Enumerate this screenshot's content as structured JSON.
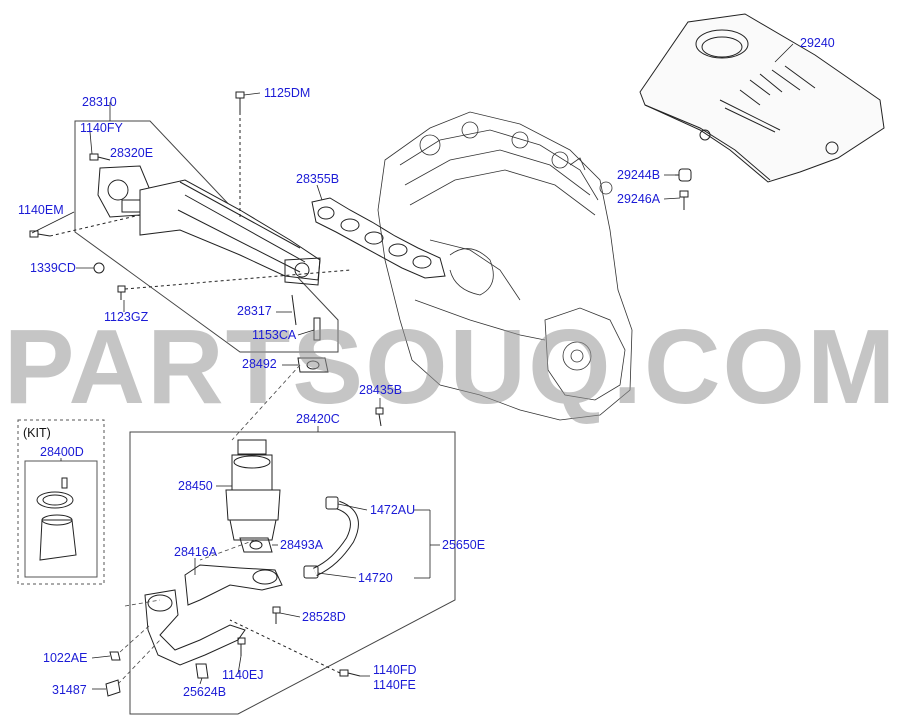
{
  "watermark": "PARTSOUQ.COM",
  "kit_label": "(KIT)",
  "labels": {
    "p29240": "29240",
    "p29244b": "29244B",
    "p29246a": "29246A",
    "p28310": "28310",
    "p1140fy": "1140FY",
    "p28320e": "28320E",
    "p1125dm": "1125DM",
    "p28355b": "28355B",
    "p1140em": "1140EM",
    "p1339cd": "1339CD",
    "p1123gz": "1123GZ",
    "p28317": "28317",
    "p1153ca": "1153CA",
    "p28492": "28492",
    "p28435b": "28435B",
    "p28420c": "28420C",
    "p28400d": "28400D",
    "p28450": "28450",
    "p1472au": "1472AU",
    "p25650e": "25650E",
    "p28493a": "28493A",
    "p14720": "14720",
    "p28416a": "28416A",
    "p28528d": "28528D",
    "p1022ae": "1022AE",
    "p1140ej": "1140EJ",
    "p1140fd": "1140FD",
    "p1140fe": "1140FE",
    "p31487": "31487",
    "p25624b": "25624B"
  }
}
